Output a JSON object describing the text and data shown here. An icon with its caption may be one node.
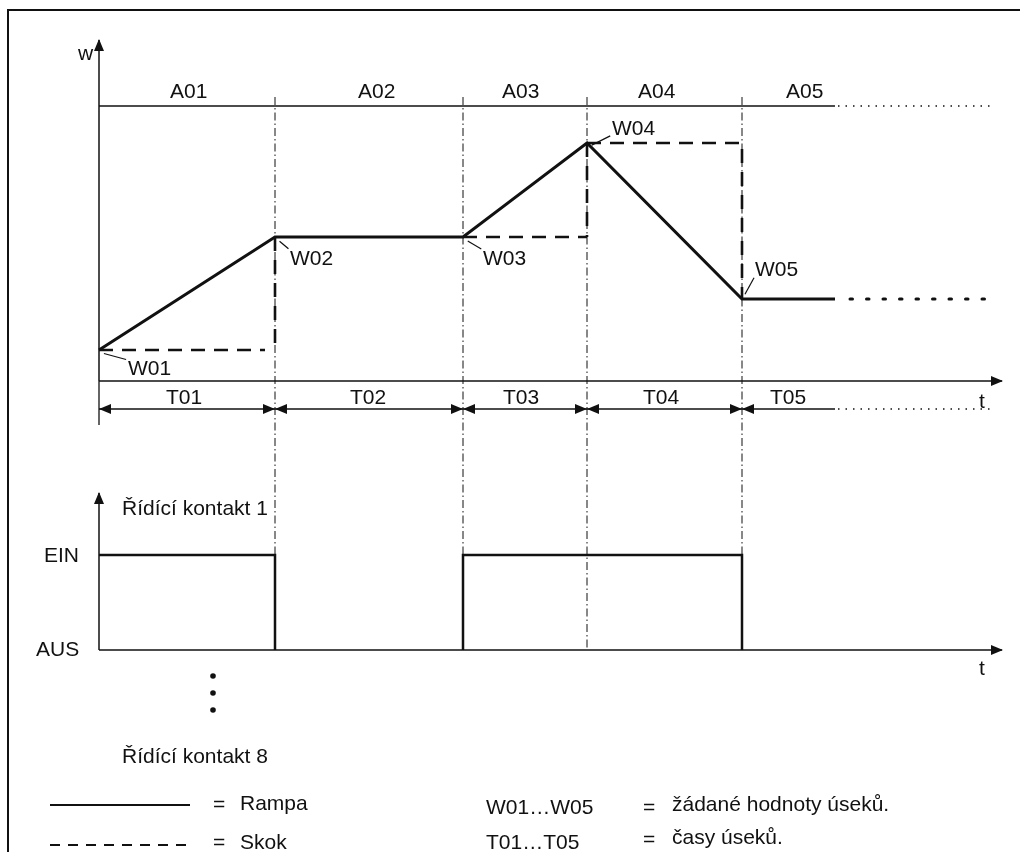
{
  "diagram": {
    "nodes": [
      {
        "text": [
          "W01"
        ]
      },
      {
        "text": [
          "W02"
        ]
      },
      {
        "text": [
          "W03"
        ]
      },
      {
        "text": [
          "W04"
        ]
      },
      {
        "text": [
          "W05"
        ]
      }
    ],
    "edges": [
      {
        "from": 0,
        "to": null,
        "arrow": "none"
      },
      {
        "from": 1,
        "to": null,
        "arrow": "none"
      },
      {
        "from": 2,
        "to": null,
        "arrow": "none"
      },
      {
        "from": 3,
        "to": null,
        "arrow": "none"
      },
      {
        "from": 4,
        "to": null,
        "arrow": "none"
      }
    ],
    "labels": [
      "w",
      "A01",
      "A02",
      "A03",
      "A04",
      "A05",
      "T01",
      "T02",
      "T03",
      "T04",
      "T05",
      "t",
      "Řídící kontakt 1",
      "EIN",
      "AUS",
      "t",
      "Řídící kontakt 8",
      "=",
      "W01…W05",
      "=",
      "žádané hodnoty úseků.",
      "=",
      "T01…T05",
      "=",
      "časy úseků."
    ],
    "legend": [
      {
        "text": "Rampa"
      },
      {
        "text": "Skok"
      }
    ]
  }
}
